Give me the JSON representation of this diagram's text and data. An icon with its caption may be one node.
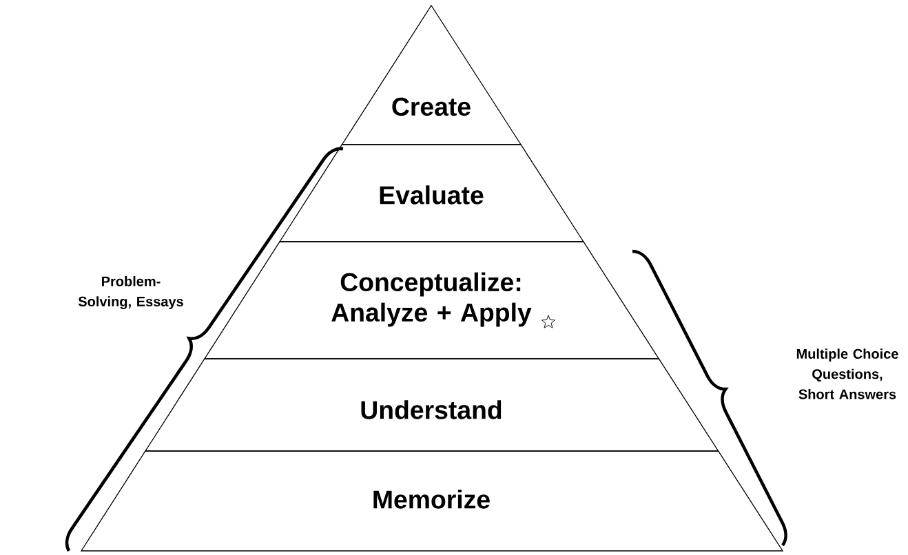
{
  "diagram": {
    "nodes": [
      {
        "text": [
          "Create"
        ]
      },
      {
        "text": [
          "Evaluate"
        ]
      },
      {
        "text": [
          "Conceptualize: Analyze + Apply"
        ]
      },
      {
        "text": [
          "Understand"
        ]
      },
      {
        "text": [
          "Memorize"
        ]
      }
    ],
    "labels": [
      "Problem-Solving, Essays",
      "Multiple Choice Questions, Short Answers"
    ]
  }
}
